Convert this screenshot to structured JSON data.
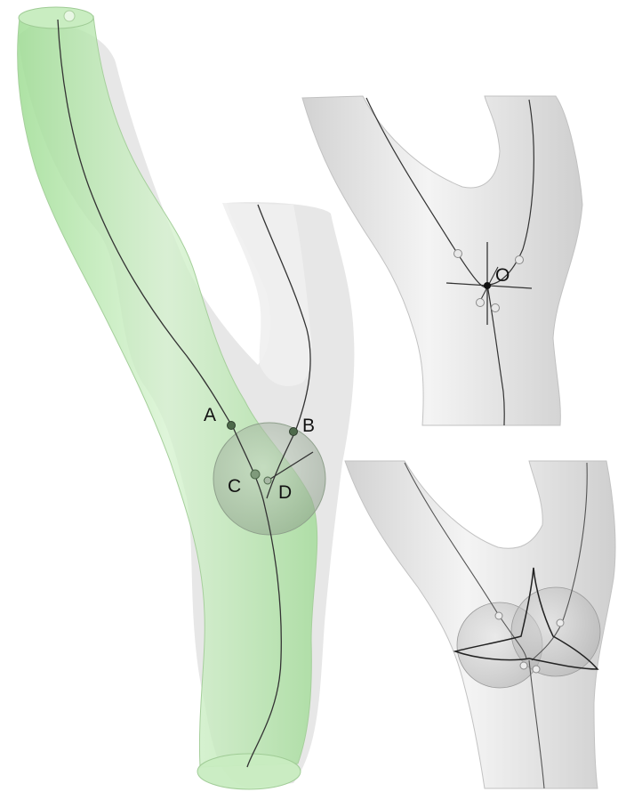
{
  "left_panel": {
    "point_labels": {
      "a": "A",
      "b": "B",
      "c": "C",
      "d": "D"
    }
  },
  "top_right_panel": {
    "point_labels": {
      "o": "O"
    }
  },
  "colors": {
    "vessel_green": "#bfe8b6",
    "vessel_gray": "#e6e6e6",
    "centerline": "#333333",
    "sphere": "#9aaa98"
  }
}
